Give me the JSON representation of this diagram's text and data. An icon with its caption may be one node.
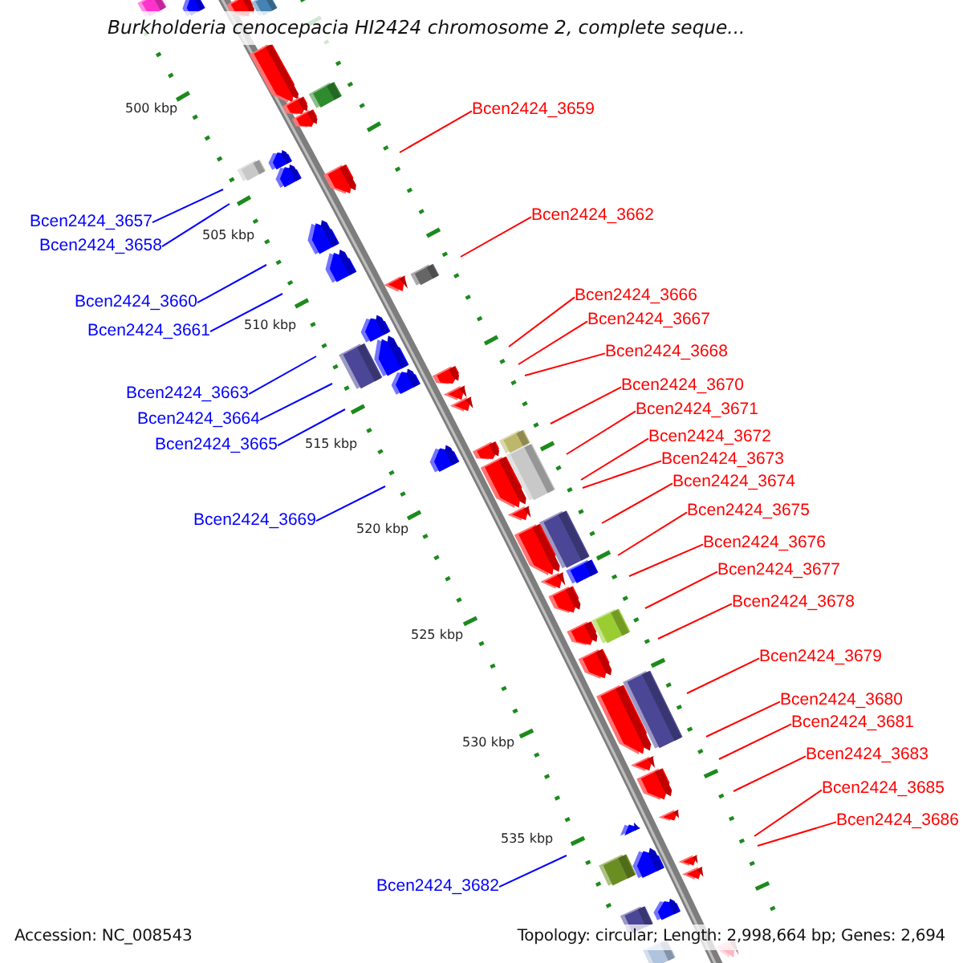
{
  "diagram": {
    "title": "Burkholderia cenocepacia HI2424 chromosome 2, complete seque...",
    "nodes": [
      {
        "text": [
          "Bcen2424_3657"
        ]
      },
      {
        "text": [
          "Bcen2424_3658"
        ]
      },
      {
        "text": [
          "Bcen2424_3659"
        ]
      },
      {
        "text": [
          "Bcen2424_3660"
        ]
      },
      {
        "text": [
          "Bcen2424_3661"
        ]
      },
      {
        "text": [
          "Bcen2424_3662"
        ]
      },
      {
        "text": [
          "Bcen2424_3663"
        ]
      },
      {
        "text": [
          "Bcen2424_3664"
        ]
      },
      {
        "text": [
          "Bcen2424_3665"
        ]
      },
      {
        "text": [
          "Bcen2424_3666"
        ]
      },
      {
        "text": [
          "Bcen2424_3667"
        ]
      },
      {
        "text": [
          "Bcen2424_3668"
        ]
      },
      {
        "text": [
          "Bcen2424_3669"
        ]
      },
      {
        "text": [
          "Bcen2424_3670"
        ]
      },
      {
        "text": [
          "Bcen2424_3671"
        ]
      },
      {
        "text": [
          "Bcen2424_3672"
        ]
      },
      {
        "text": [
          "Bcen2424_3673"
        ]
      },
      {
        "text": [
          "Bcen2424_3674"
        ]
      },
      {
        "text": [
          "Bcen2424_3675"
        ]
      },
      {
        "text": [
          "Bcen2424_3676"
        ]
      },
      {
        "text": [
          "Bcen2424_3677"
        ]
      },
      {
        "text": [
          "Bcen2424_3678"
        ]
      },
      {
        "text": [
          "Bcen2424_3679"
        ]
      },
      {
        "text": [
          "Bcen2424_3680"
        ]
      },
      {
        "text": [
          "Bcen2424_3681"
        ]
      },
      {
        "text": [
          "Bcen2424_3682"
        ]
      },
      {
        "text": [
          "Bcen2424_3683"
        ]
      },
      {
        "text": [
          "Bcen2424_3685"
        ]
      },
      {
        "text": [
          "Bcen2424_3686"
        ]
      }
    ],
    "edges": [
      {
        "from": 0,
        "to": null,
        "arrow": "none",
        "color": "#0000ff"
      },
      {
        "from": 1,
        "to": null,
        "arrow": "none",
        "color": "#0000ff"
      },
      {
        "from": 2,
        "to": null,
        "arrow": "none"
      },
      {
        "from": 3,
        "to": null,
        "arrow": "none",
        "color": "#0000ff"
      },
      {
        "from": 4,
        "to": null,
        "arrow": "none",
        "color": "#0000ff"
      },
      {
        "from": 5,
        "to": null,
        "arrow": "none"
      },
      {
        "from": 6,
        "to": null,
        "arrow": "none",
        "color": "#0000ff"
      },
      {
        "from": 7,
        "to": null,
        "arrow": "none",
        "color": "#0000ff"
      },
      {
        "from": 8,
        "to": null,
        "arrow": "none",
        "color": "#0000ff"
      },
      {
        "from": 9,
        "to": null,
        "arrow": "none"
      },
      {
        "from": 10,
        "to": null,
        "arrow": "none"
      },
      {
        "from": 11,
        "to": null,
        "arrow": "none"
      },
      {
        "from": 12,
        "to": null,
        "arrow": "none",
        "color": "#0000ff"
      },
      {
        "from": 13,
        "to": null,
        "arrow": "none"
      },
      {
        "from": 14,
        "to": null,
        "arrow": "none"
      },
      {
        "from": 15,
        "to": null,
        "arrow": "none"
      },
      {
        "from": 16,
        "to": null,
        "arrow": "none"
      },
      {
        "from": 17,
        "to": null,
        "arrow": "none"
      },
      {
        "from": 18,
        "to": null,
        "arrow": "none"
      },
      {
        "from": 19,
        "to": null,
        "arrow": "none"
      },
      {
        "from": 20,
        "to": null,
        "arrow": "none"
      },
      {
        "from": 21,
        "to": null,
        "arrow": "none"
      },
      {
        "from": 22,
        "to": null,
        "arrow": "none"
      },
      {
        "from": 23,
        "to": null,
        "arrow": "none"
      },
      {
        "from": 24,
        "to": null,
        "arrow": "none"
      },
      {
        "from": 25,
        "to": null,
        "arrow": "none",
        "color": "#0000ff"
      },
      {
        "from": 26,
        "to": null,
        "arrow": "none"
      },
      {
        "from": 27,
        "to": null,
        "arrow": "none"
      },
      {
        "from": 28,
        "to": null,
        "arrow": "none"
      }
    ],
    "labels": [
      "500 kbp",
      "505 kbp",
      "510 kbp",
      "515 kbp",
      "520 kbp",
      "525 kbp",
      "530 kbp",
      "535 kbp",
      "Accession: NC_008543",
      "Topology: circular; Length: 2,998,664 bp; Genes: 2,694"
    ]
  }
}
